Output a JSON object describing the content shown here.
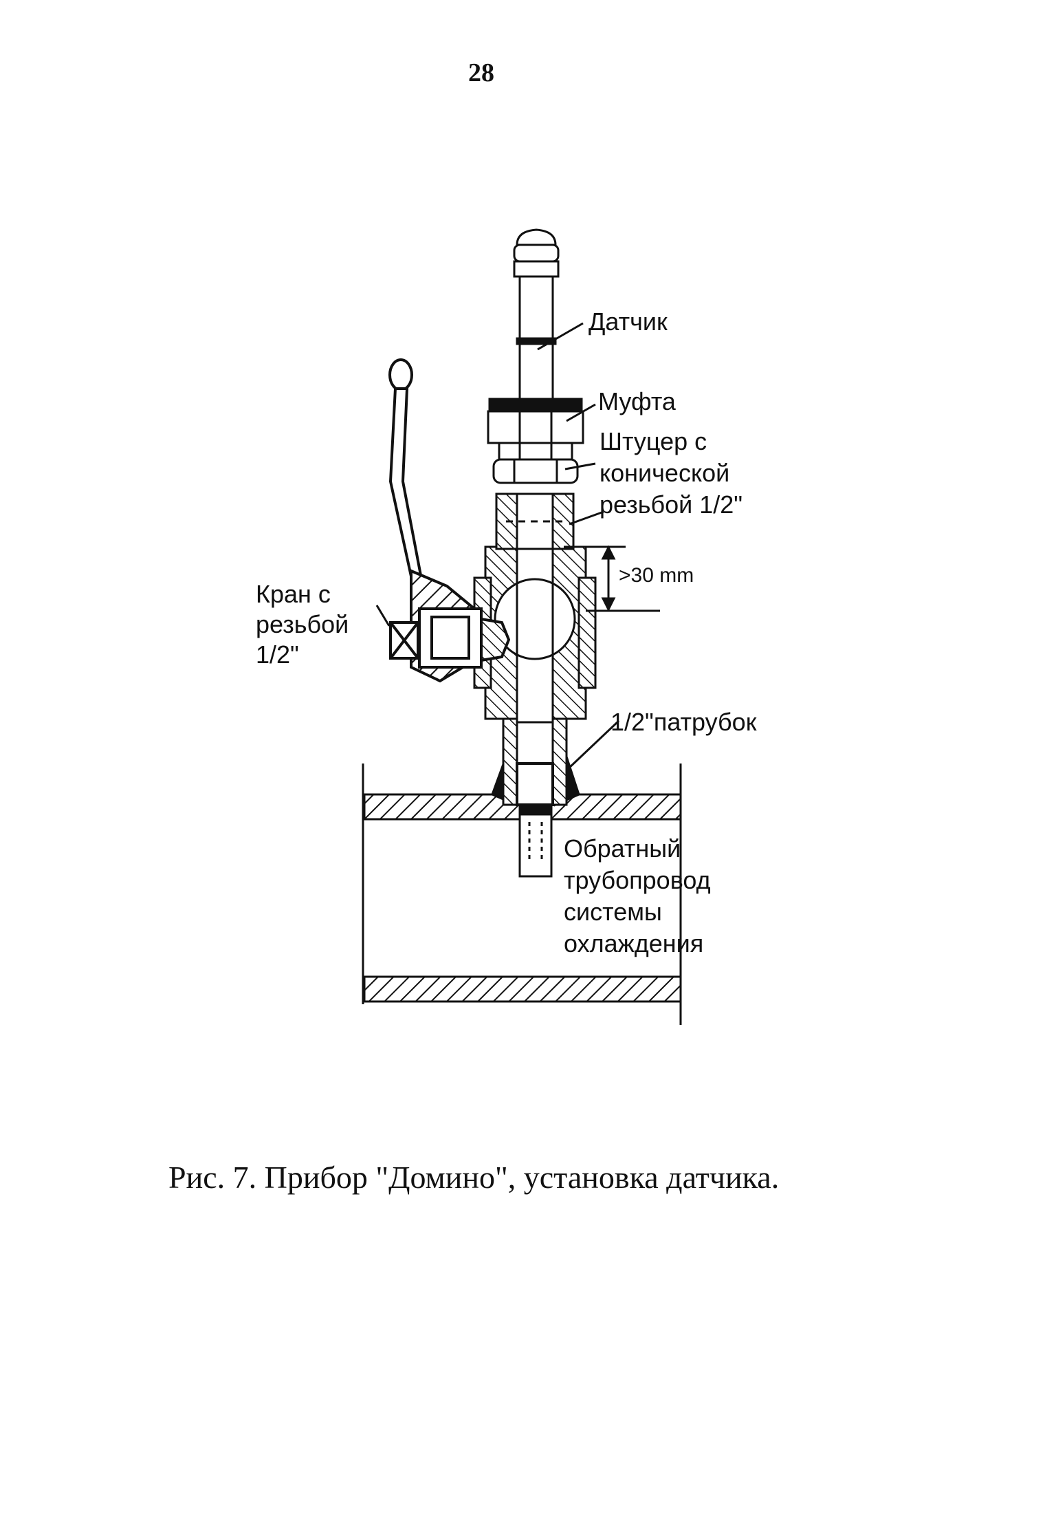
{
  "page_number": "28",
  "labels": {
    "sensor": "Датчик",
    "coupling": "Муфта",
    "fitting_line1": "Штуцер с",
    "fitting_line2": "конической",
    "fitting_line3": "резьбой 1/2\"",
    "dimension": ">30 mm",
    "valve_line1": "Кран с",
    "valve_line2": "резьбой",
    "valve_line3": "1/2\"",
    "pipe_stub": "1/2\"патрубок",
    "return_line1": "Обратный",
    "return_line2": "трубопровод",
    "return_line3": "системы",
    "return_line4": "охлаждения"
  },
  "caption": "Рис. 7. Прибор \"Домино\", установка датчика."
}
